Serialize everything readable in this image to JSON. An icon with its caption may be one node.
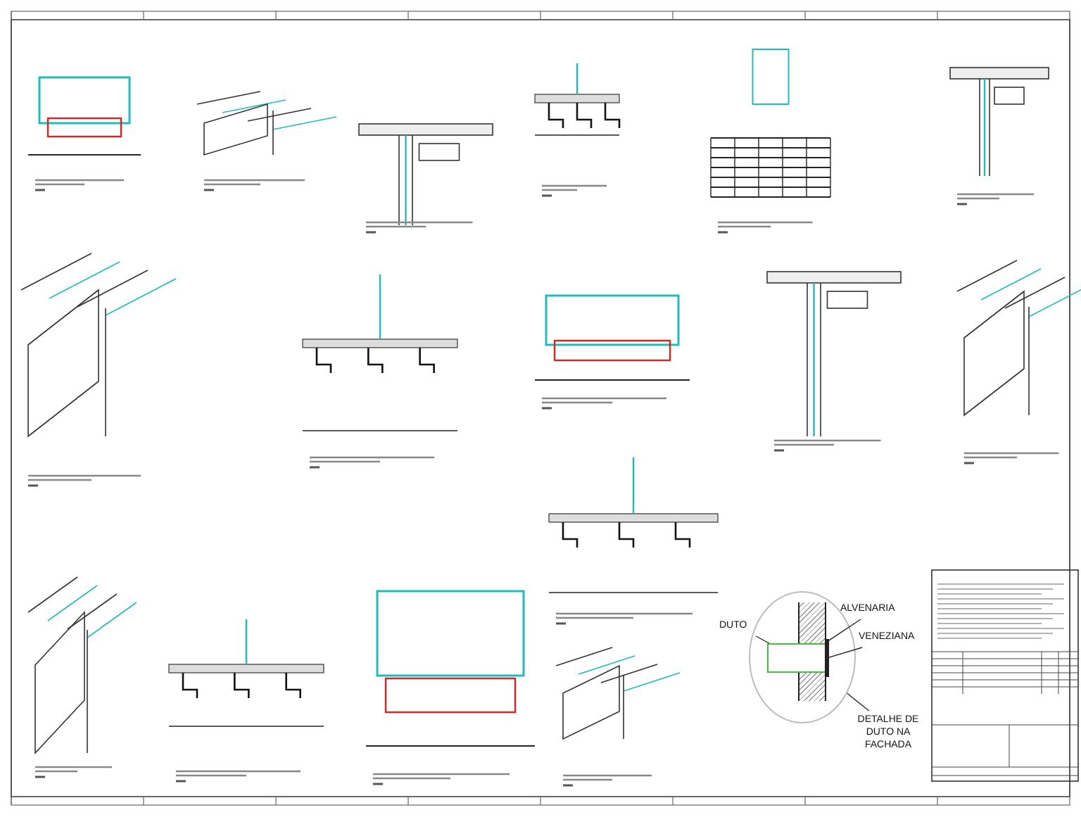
{
  "diagram": {
    "nodes": [
      {
        "text": [],
        "shape": "circle"
      },
      {
        "text": [
          "DUTO"
        ]
      },
      {
        "text": [],
        "shape": "box",
        "in": 0
      },
      {
        "text": [
          "ALVENARIA"
        ]
      },
      {
        "text": [],
        "shape": "box",
        "in": 0
      },
      {
        "text": [
          "VENEZIANA"
        ]
      },
      {
        "text": [],
        "shape": "bar",
        "in": 0
      },
      {
        "text": [
          "DETALHE DE DUTO NA FACHADA"
        ]
      }
    ],
    "edges": [
      {
        "from": 1,
        "to": 2,
        "arrow": "none"
      },
      {
        "from": 3,
        "to": 4,
        "arrow": "none"
      },
      {
        "from": 5,
        "to": 6,
        "arrow": "none"
      },
      {
        "from": 7,
        "to": 0,
        "arrow": "none"
      }
    ]
  }
}
